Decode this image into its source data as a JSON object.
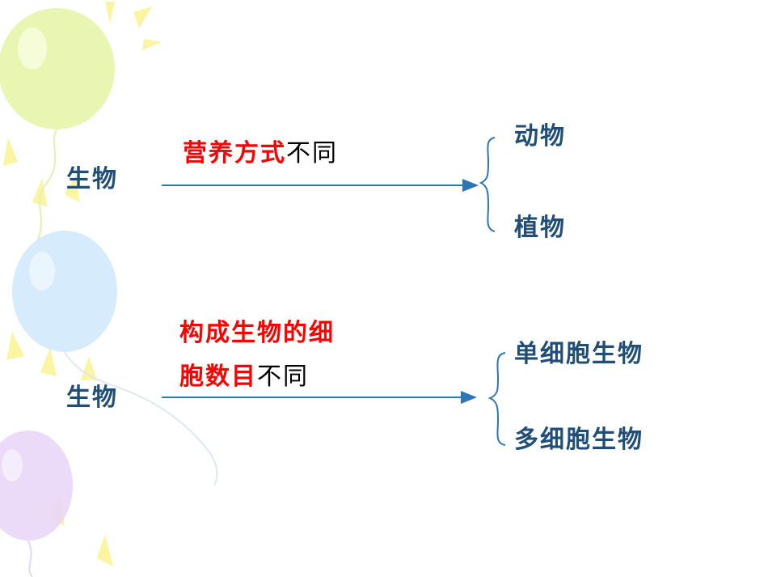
{
  "colors": {
    "label": "#1F4E79",
    "highlight": "#FF0000",
    "line": "#2E75B6",
    "balloon_green": "#E6F5A8",
    "balloon_blue": "#D2E9FB",
    "balloon_purple": "#E9D6F7",
    "ray_yellow": "#FAF5A0"
  },
  "group1": {
    "source": "生物",
    "criterion_highlight": "营养方式",
    "criterion_rest": "不同",
    "results": [
      "动物",
      "植物"
    ]
  },
  "group2": {
    "source": "生物",
    "criterion_highlight_line1": "构成生物的细",
    "criterion_highlight_line2": "胞数目",
    "criterion_rest": "不同",
    "results": [
      "单细胞生物",
      "多细胞生物"
    ]
  },
  "decoration": {
    "balloons": [
      "green-balloon-icon",
      "blue-balloon-icon",
      "purple-balloon-icon"
    ]
  }
}
